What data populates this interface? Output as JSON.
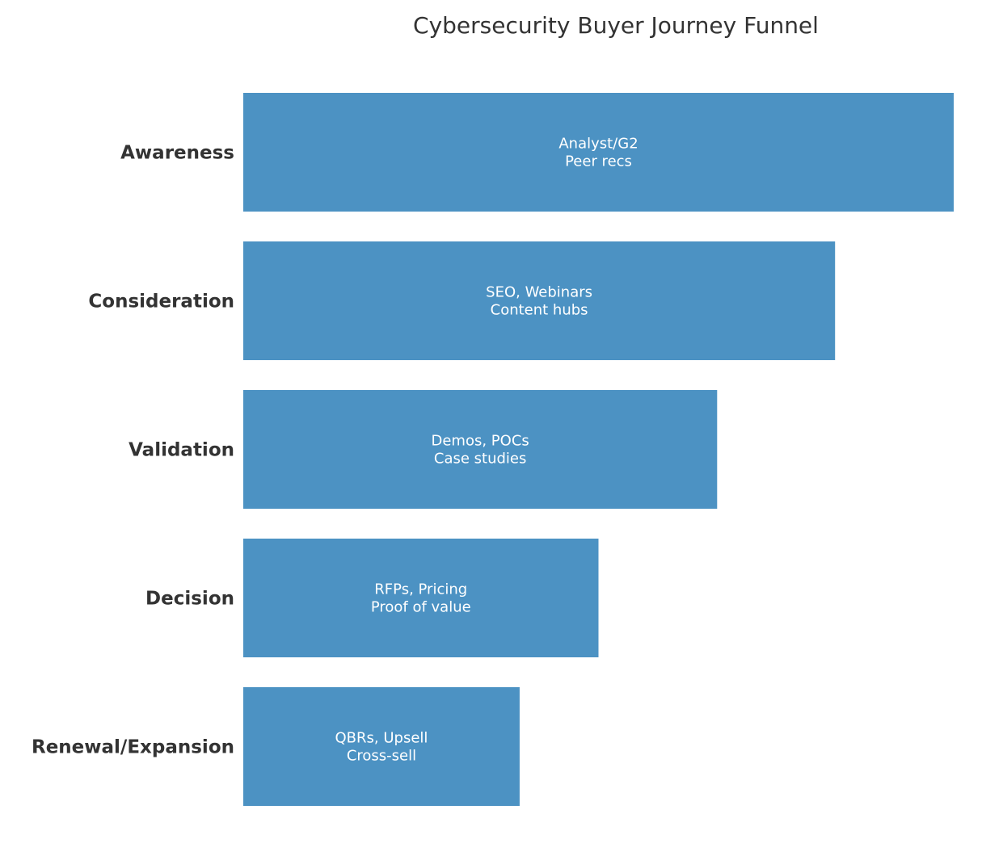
{
  "chart_data": {
    "type": "bar",
    "orientation": "horizontal",
    "title": "Cybersecurity Buyer Journey Funnel",
    "xlabel": "",
    "ylabel": "",
    "grid": false,
    "legend": "none",
    "bar_color": "#4c92c3",
    "label_color": "#333333",
    "inner_text_color": "#ffffff",
    "xlim": [
      0,
      100
    ],
    "categories": [
      "Awareness",
      "Consideration",
      "Validation",
      "Decision",
      "Renewal/Expansion"
    ],
    "values": [
      100,
      83.3,
      66.7,
      50,
      38.9
    ],
    "annotations": [
      [
        "Analyst/G2",
        "Peer recs"
      ],
      [
        "SEO, Webinars",
        "Content hubs"
      ],
      [
        "Demos, POCs",
        "Case studies"
      ],
      [
        "RFPs, Pricing",
        "Proof of value"
      ],
      [
        "QBRs, Upsell",
        "Cross-sell"
      ]
    ]
  }
}
